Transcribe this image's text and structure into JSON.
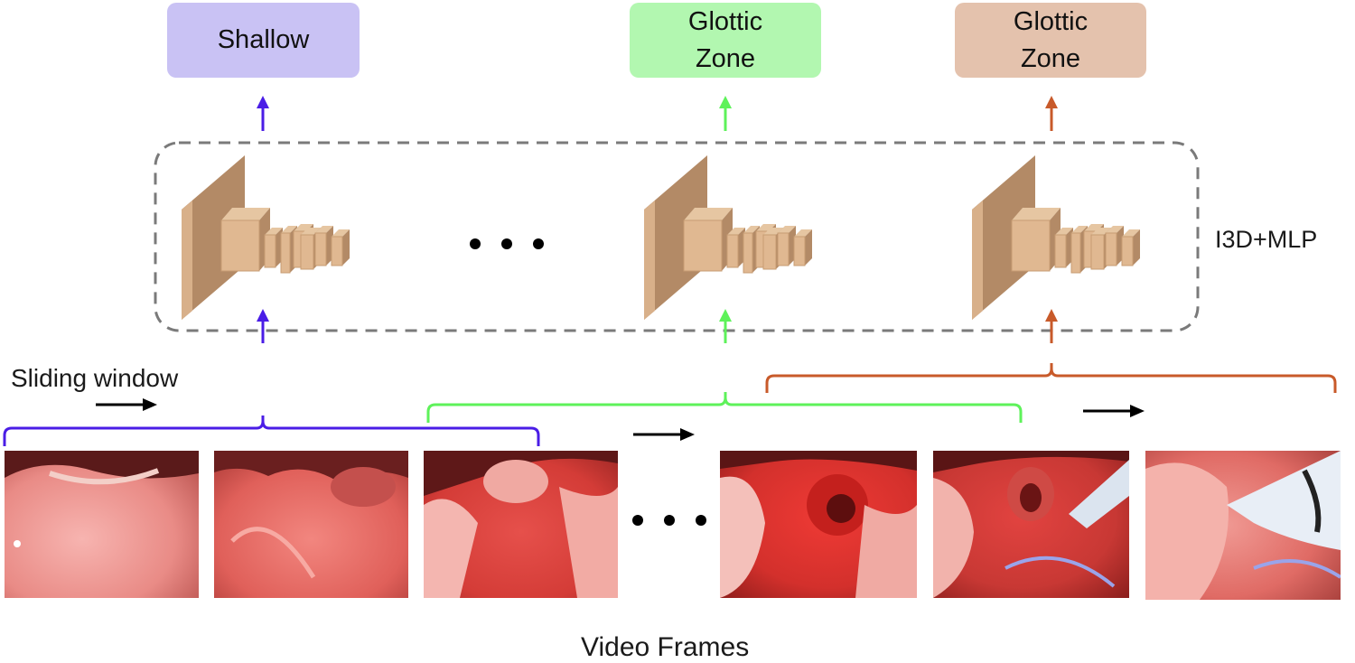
{
  "outputs": [
    {
      "text_line1": "Shallow",
      "text_line2": "",
      "fill": "#c9c2f4",
      "color": "#4a1de6"
    },
    {
      "text_line1": "Glottic",
      "text_line2": "Zone",
      "fill": "#b2f7b0",
      "color": "#5ef25a"
    },
    {
      "text_line1": "Glottic",
      "text_line2": "Zone",
      "fill": "#e4c2ad",
      "color": "#c85a2a"
    }
  ],
  "model_label": "I3D+MLP",
  "sliding_window_label": "Sliding window",
  "ellipsis_model": "• • •",
  "ellipsis_frames": "• • •",
  "caption": "Video Frames",
  "colors": {
    "block_front": "#e0b891",
    "block_side": "#b38a66",
    "block_top": "#d4a57a",
    "dashed_border": "#7a7a7a",
    "arrow_black": "#000000"
  },
  "icons": [
    "neural-network-blocks",
    "arrow-up-icon",
    "arrow-right-icon",
    "curly-brace-icon"
  ]
}
